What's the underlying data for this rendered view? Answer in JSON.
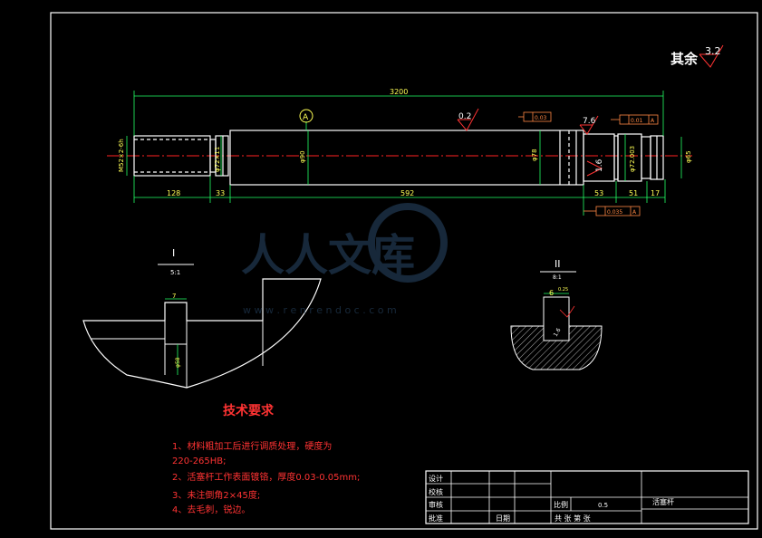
{
  "drawing": {
    "surface_note_label": "其余",
    "surface_note_value": "3.2",
    "roughness_top": "0.2",
    "roughness_right": "7.6",
    "roughness_vert": "1.6",
    "datum_label": "A",
    "dim_overall": "3200",
    "dim_left_seg": "128",
    "dim_groove": "33",
    "dim_main": "592",
    "dim_r1": "53",
    "dim_r2": "51",
    "dim_r3": "17",
    "dia_left": "M52×2-6h",
    "dia_neck": "φ72×11",
    "dia_main": "φ90",
    "dia_right": "φ78",
    "dia_small": "φ72.003",
    "dia_end": "φ65",
    "tol_1": "0.03",
    "tol_2": "0.01",
    "tol_3": "0.035",
    "tol_2_ref": "A",
    "tol_3_ref": "A"
  },
  "detail_1": {
    "label": "I",
    "scale": "5:1",
    "width_dim": "7",
    "depth_dim": "φ58"
  },
  "detail_2": {
    "label": "II",
    "scale": "8:1",
    "width_dim": "6",
    "width_tol": "0.25",
    "roughness": "1.6"
  },
  "watermark": {
    "text": "人人文库",
    "url": "w w w . r e n r e n d o c . c o m"
  },
  "requirements": {
    "title": "技术要求",
    "items": [
      "1、材料粗加工后进行调质处理，硬度为",
      "220-265HB;",
      "2、活塞杆工作表面镀铬，厚度0.03-0.05mm;",
      "3、未注倒角2×45度;",
      "4、去毛刺，锐边。"
    ]
  },
  "title_block": {
    "design": "设计",
    "check": "校核",
    "review": "审核",
    "approve": "批准",
    "date": "日期",
    "scale_label": "比例",
    "scale_value": "0.5",
    "part_name": "活塞杆",
    "sheet_text": "共  张  第  张"
  }
}
